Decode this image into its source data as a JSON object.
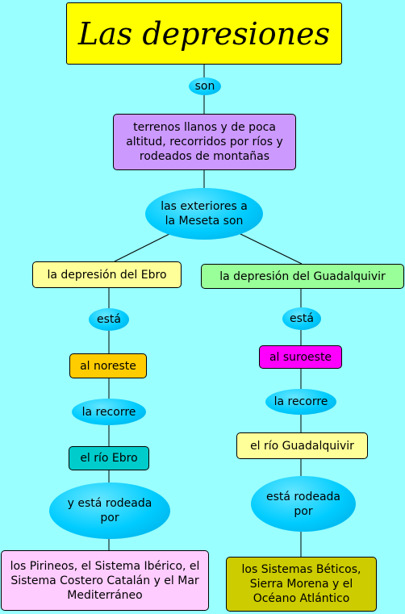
{
  "title": "Las depresiones",
  "colors": {
    "background": "#99ffff",
    "title": "#ffff00",
    "definition": "#cc99ff",
    "link": "#00ccff",
    "ebro_box": "#ffff99",
    "guadalquivir_box": "#99ff99",
    "noreste": "#ffcc00",
    "suroeste": "#ff00ff",
    "rio_ebro": "#00cccc",
    "rio_guadalquivir": "#ffff99",
    "pirineos": "#ffccff",
    "beticos": "#cccc00"
  },
  "nodes": {
    "son": "son",
    "definition": "terrenos llanos y de poca altitud, recorridos por ríos y rodeados de montañas",
    "exteriores": "las exteriores a la Meseta son",
    "ebro": {
      "name": "la depresión del Ebro",
      "esta": "está",
      "location": "al noreste",
      "recorre": "la recorre",
      "river": "el río Ebro",
      "rodeada": "y está rodeada por",
      "mountains": "los Pirineos, el Sistema Ibérico, el Sistema Costero Catalán y el Mar Mediterráneo"
    },
    "guadalquivir": {
      "name": "la depresión del Guadalquivir",
      "esta": "está",
      "location": "al suroeste",
      "recorre": "la recorre",
      "river": "el río Guadalquivir",
      "rodeada": "está rodeada por",
      "mountains": "los Sistemas Béticos, Sierra Morena y el Océano Atlántico"
    }
  }
}
